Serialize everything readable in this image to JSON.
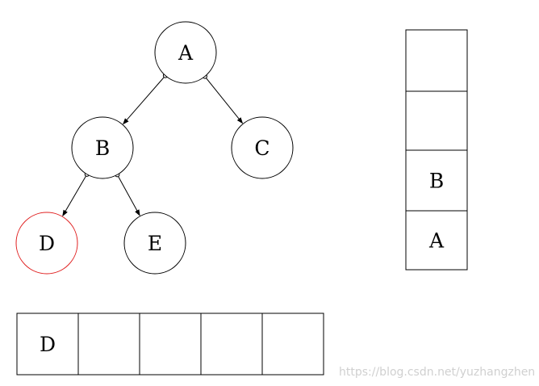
{
  "tree": {
    "nodes": [
      {
        "id": "A",
        "label": "A"
      },
      {
        "id": "B",
        "label": "B"
      },
      {
        "id": "C",
        "label": "C"
      },
      {
        "id": "D",
        "label": "D",
        "highlight": true
      },
      {
        "id": "E",
        "label": "E"
      }
    ],
    "edges": [
      {
        "from": "A",
        "to": "B"
      },
      {
        "from": "A",
        "to": "C"
      },
      {
        "from": "B",
        "to": "D"
      },
      {
        "from": "B",
        "to": "E"
      }
    ],
    "highlight_color": "#e02020"
  },
  "stack": {
    "cells": [
      "",
      "",
      "B",
      "A"
    ]
  },
  "output": {
    "cells": [
      "D",
      "",
      "",
      "",
      ""
    ]
  },
  "watermark": "https://blog.csdn.net/yuzhangzhen"
}
